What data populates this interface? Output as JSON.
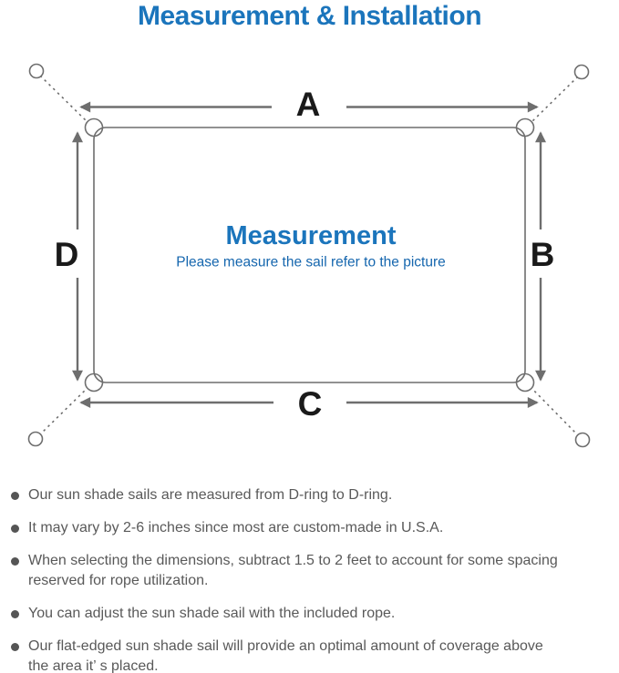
{
  "title": "Measurement & Installation",
  "diagram": {
    "labels": {
      "top": "A",
      "right": "B",
      "bottom": "C",
      "left": "D"
    },
    "center": {
      "heading": "Measurement",
      "subtitle": "Please measure the sail refer to the picture"
    }
  },
  "notes": {
    "items": [
      {
        "text": "Our sun shade sails are measured from D-ring to D-ring."
      },
      {
        "text": "It may vary by 2-6 inches since most are custom-made in U.S.A."
      },
      {
        "text": "When selecting the dimensions, subtract 1.5 to 2 feet to account for some spacing\nreserved for rope utilization."
      },
      {
        "text": "You can adjust the sun shade sail with the included rope."
      },
      {
        "text": "Our flat-edged sun shade sail will provide an optimal amount of coverage above\nthe area it’ s placed."
      }
    ]
  },
  "colors": {
    "accent_blue": "#1b75bc",
    "subtitle_blue": "#1566ae",
    "line_gray": "#6e6e6e",
    "note_text_gray": "#595959",
    "label_black": "#1a1a1a"
  }
}
